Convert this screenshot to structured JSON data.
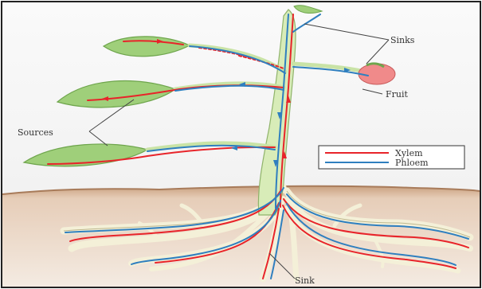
{
  "labels": {
    "sinks_top": "Sinks",
    "fruit": "Fruit",
    "sources": "Sources",
    "sink_bottom": "Sink"
  },
  "legend": {
    "xylem": "Xylem",
    "phloem": "Phloem"
  },
  "colors": {
    "xylem": "#e8242a",
    "phloem": "#2f7fbf",
    "leaf": "#9fcf7a",
    "leaf_edge": "#6ea54c",
    "stem": "#d8ecb8",
    "root": "#f3efd6",
    "soil": "#d9b596",
    "sky": "#f4f4f4",
    "fruit": "#f08a8a"
  }
}
